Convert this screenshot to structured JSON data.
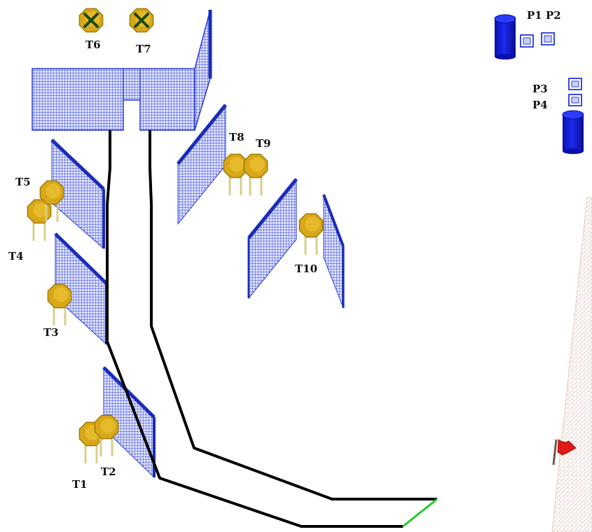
{
  "diagram": {
    "targets": [
      {
        "id": "T1",
        "label": "T1",
        "state": "active"
      },
      {
        "id": "T2",
        "label": "T2",
        "state": "active"
      },
      {
        "id": "T3",
        "label": "T3",
        "state": "active"
      },
      {
        "id": "T4",
        "label": "T4",
        "state": "active"
      },
      {
        "id": "T5",
        "label": "T5",
        "state": "active"
      },
      {
        "id": "T6",
        "label": "T6",
        "state": "knocked-down"
      },
      {
        "id": "T7",
        "label": "T7",
        "state": "knocked-down"
      },
      {
        "id": "T8",
        "label": "T8",
        "state": "active"
      },
      {
        "id": "T9",
        "label": "T9",
        "state": "active"
      },
      {
        "id": "T10",
        "label": "T10",
        "state": "active"
      }
    ],
    "positions": [
      {
        "id": "P1",
        "label": "P1"
      },
      {
        "id": "P2",
        "label": "P2"
      },
      {
        "id": "P3",
        "label": "P3"
      },
      {
        "id": "P4",
        "label": "P4"
      }
    ],
    "objects": [
      "mesh-wall",
      "drum",
      "target-stand",
      "flag",
      "path-line"
    ],
    "colors": {
      "mesh": "#2a3cd0",
      "mesh_edge": "#1a2cb8",
      "drum": "#0a14d8",
      "target": "#d8a818",
      "target_dark": "#a07a08",
      "target_post": "#d8cf8a",
      "knock_mark": "#1a4a10",
      "path": "#000000",
      "path_end": "#22cc22",
      "flag": "#e01818",
      "zone": "#d8bfb0"
    }
  }
}
